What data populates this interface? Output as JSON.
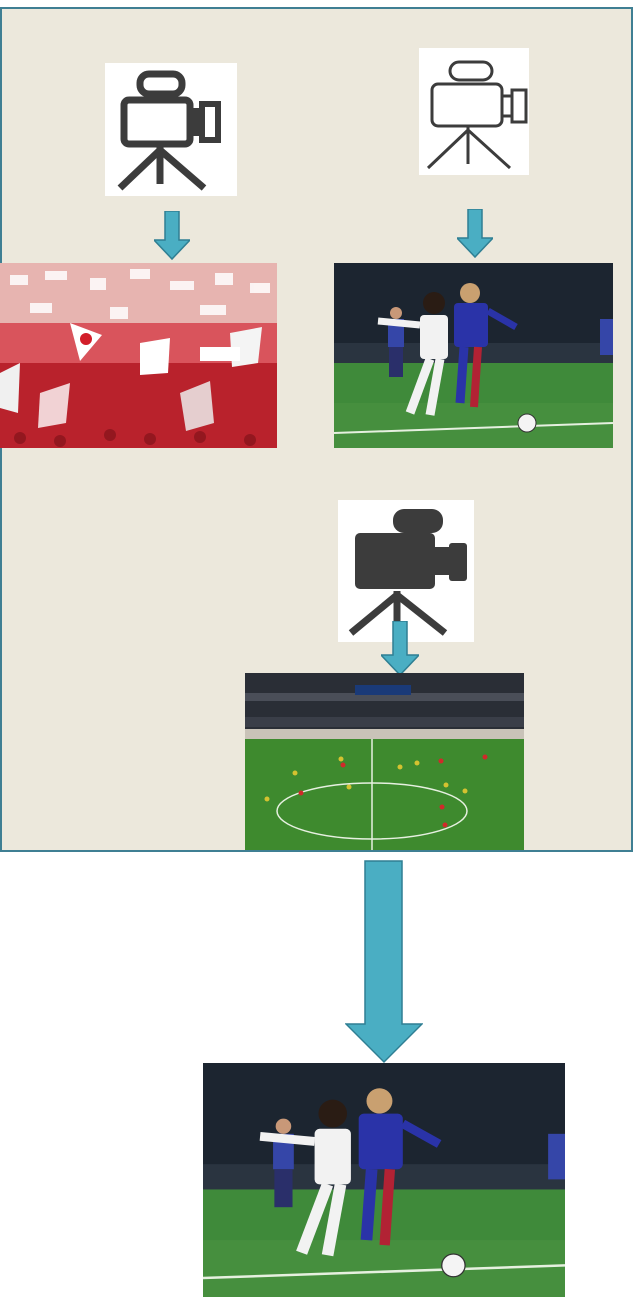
{
  "diagram": {
    "cameras": [
      {
        "icon": "video-camera-icon",
        "style": "filled-dark"
      },
      {
        "icon": "video-camera-icon",
        "style": "outline"
      },
      {
        "icon": "video-camera-icon",
        "style": "filled-dark"
      }
    ],
    "views": [
      {
        "content": "crowd-with-flags-photo"
      },
      {
        "content": "players-closeup-photo"
      },
      {
        "content": "stadium-wide-photo"
      },
      {
        "content": "selected-output-players-closeup-photo"
      }
    ],
    "colors": {
      "panel_bg": "#ece8dc",
      "panel_border": "#3f7f93",
      "arrow": "#4aaec3",
      "icon_dark": "#3c3c3c"
    }
  }
}
